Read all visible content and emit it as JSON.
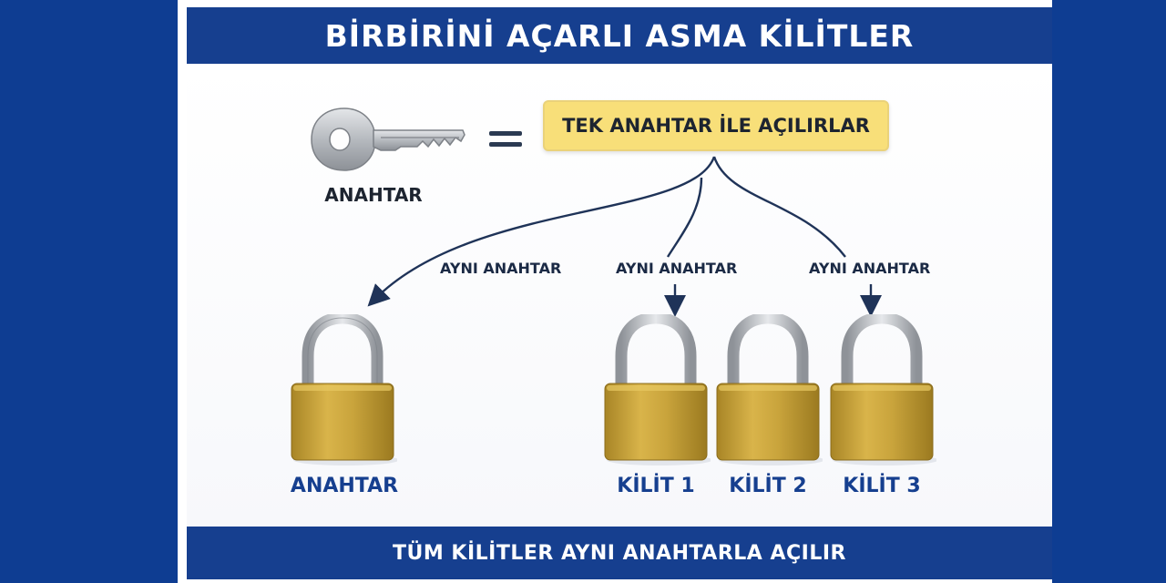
{
  "title": "BİRBİRİNİ AÇARLI ASMA KİLİTLER",
  "key": {
    "label": "ANAHTAR",
    "icon": "key-icon"
  },
  "equals_icon": "equals-icon",
  "statement_box": "TEK ANAHTAR İLE AÇILIRLAR",
  "arrow_labels": [
    "AYNI ANAHTAR",
    "AYNI ANAHTAR",
    "AYNI ANAHTAR"
  ],
  "locks": [
    {
      "label": "ANAHTAR",
      "icon": "padlock-icon"
    },
    {
      "label": "KİLİT 1",
      "icon": "padlock-icon"
    },
    {
      "label": "KİLİT 2",
      "icon": "padlock-icon"
    },
    {
      "label": "KİLİT 3",
      "icon": "padlock-icon"
    }
  ],
  "footer": "TÜM KİLİTLER AYNI ANAHTARLA AÇILIR",
  "colors": {
    "brand_blue": "#163f8f",
    "highlight_yellow": "#f8df79",
    "brass": "#c9a43c",
    "steel": "#b8bcc2"
  }
}
